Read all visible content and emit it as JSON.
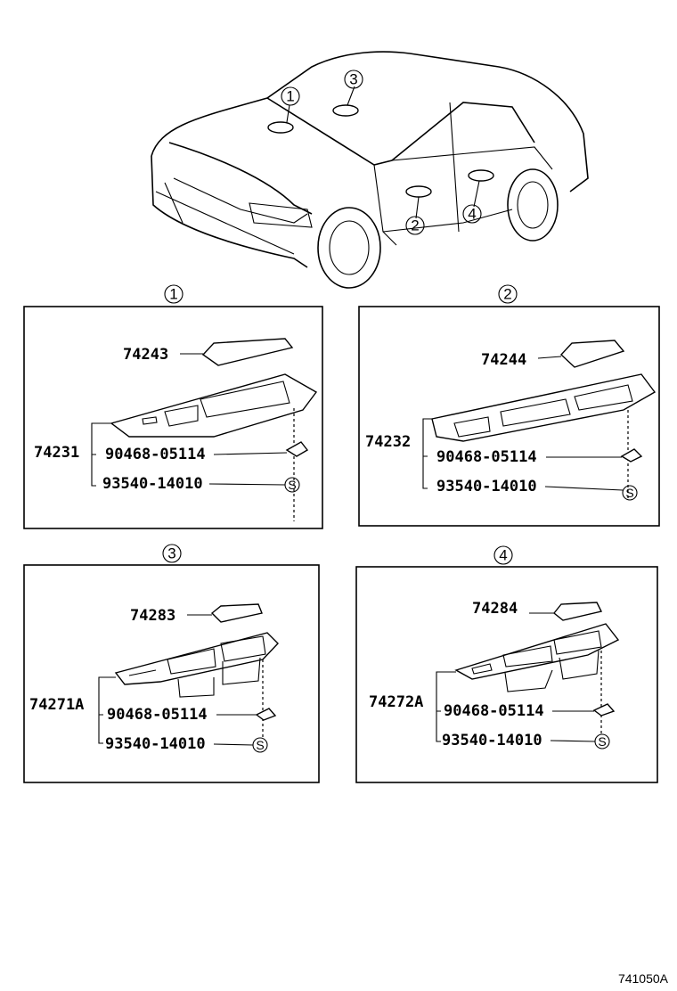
{
  "callouts": [
    "1",
    "2",
    "3",
    "4"
  ],
  "panels": [
    {
      "id": "1",
      "cover": "74243",
      "assembly": "74231",
      "clip": "90468-05114",
      "screw": "93540-14010",
      "screw_symbol": "S"
    },
    {
      "id": "2",
      "cover": "74244",
      "assembly": "74232",
      "clip": "90468-05114",
      "screw": "93540-14010",
      "screw_symbol": "S"
    },
    {
      "id": "3",
      "cover": "74283",
      "assembly": "74271A",
      "clip": "90468-05114",
      "screw": "93540-14010",
      "screw_symbol": "S"
    },
    {
      "id": "4",
      "cover": "74284",
      "assembly": "74272A",
      "clip": "90468-05114",
      "screw": "93540-14010",
      "screw_symbol": "S"
    }
  ],
  "diagram_code": "741050A"
}
